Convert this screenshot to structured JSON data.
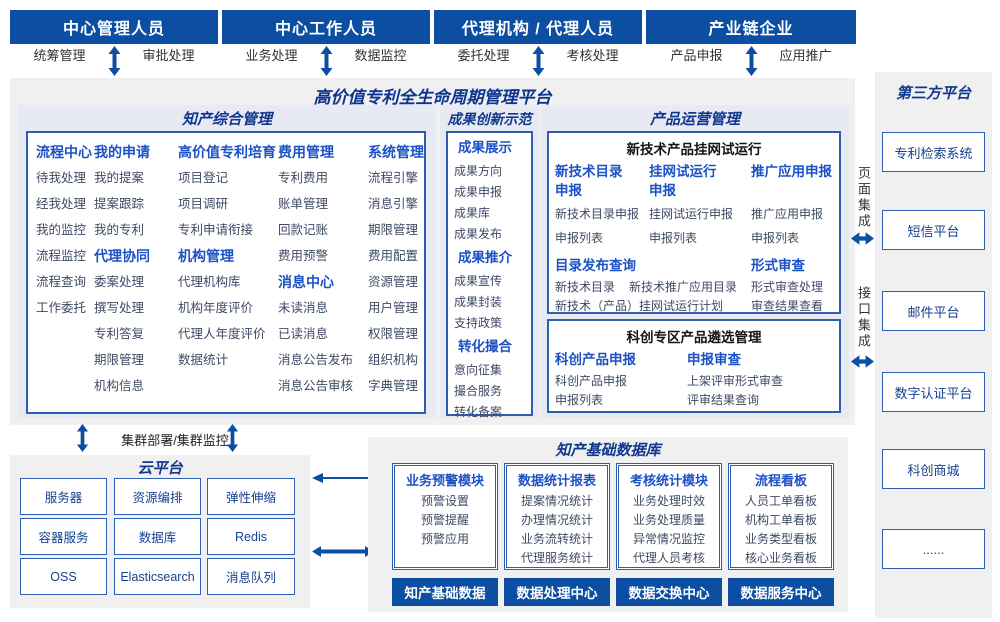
{
  "palette": {
    "deep_blue": "#0b4ea2",
    "bright_blue": "#1c52c6",
    "navy": "#12388e",
    "item_gray": "#3e4a64",
    "panel_gray": "#f0f0f1",
    "lavender": "#e7eaf3",
    "border_blue": "#2e5eb2"
  },
  "top_roles": [
    {
      "title": "中心管理人员",
      "left": "统筹管理",
      "right": "审批处理"
    },
    {
      "title": "中心工作人员",
      "left": "业务处理",
      "right": "数据监控"
    },
    {
      "title": "代理机构 / 代理人员",
      "left": "委托处理",
      "right": "考核处理"
    },
    {
      "title": "产业链企业",
      "left": "产品申报",
      "right": "应用推广"
    }
  ],
  "platform": {
    "title": "高价值专利全生命周期管理平台",
    "ip_management": {
      "title": "知产综合管理",
      "col1": {
        "g1": {
          "header": "流程中心",
          "items": [
            "待我处理",
            "经我处理",
            "我的监控",
            "流程监控",
            "流程查询",
            "工作委托"
          ]
        }
      },
      "col2": {
        "g1": {
          "header": "我的申请",
          "items": [
            "我的提案",
            "提案跟踪",
            "我的专利"
          ]
        },
        "g2": {
          "header": "代理协同",
          "items": [
            "委案处理",
            "撰写处理",
            "专利答复",
            "期限管理",
            "机构信息"
          ]
        }
      },
      "col3": {
        "g1": {
          "header": "高价值专利培育",
          "items": [
            "项目登记",
            "项目调研",
            "专利申请衔接"
          ]
        },
        "g2": {
          "header": "机构管理",
          "items": [
            "代理机构库",
            "机构年度评价",
            "代理人年度评价",
            "数据统计"
          ]
        }
      },
      "col4": {
        "g1": {
          "header": "费用管理",
          "items": [
            "专利费用",
            "账单管理",
            "回款记账",
            "费用预警"
          ]
        },
        "g2": {
          "header": "消息中心",
          "items": [
            "未读消息",
            "已读消息",
            "消息公告发布",
            "消息公告审核"
          ]
        }
      },
      "col5": {
        "g1": {
          "header": "系统管理",
          "items": [
            "流程引擎",
            "消息引擎",
            "期限管理",
            "费用配置",
            "资源管理",
            "用户管理",
            "权限管理",
            "组织机构",
            "字典管理"
          ]
        }
      }
    },
    "achievements": {
      "title": "成果创新示范",
      "g1": {
        "header": "成果展示",
        "items": [
          "成果方向",
          "成果申报",
          "成果库",
          "成果发布"
        ]
      },
      "g2": {
        "header": "成果推介",
        "items": [
          "成果宣传",
          "成果封装",
          "支持政策"
        ]
      },
      "g3": {
        "header": "转化撮合",
        "items": [
          "意向征集",
          "撮合服务",
          "转化备案"
        ]
      }
    },
    "product_ops": {
      "title": "产品运营管理",
      "box1": {
        "title": "新技术产品挂网试运行",
        "colA": {
          "header": "新技术目录\n申报",
          "items": [
            "新技术目录申报",
            "申报列表"
          ]
        },
        "colB": {
          "header": "挂网试运行\n申报",
          "items": [
            "挂网试运行申报",
            "申报列表"
          ]
        },
        "colC": {
          "header": "推广应用申报",
          "items": [
            "推广应用申报",
            "申报列表"
          ]
        },
        "catalog": {
          "header": "目录发布查询",
          "line1a": "新技术目录",
          "line1b": "新技术推广应用目录",
          "line2": "新技术（产品）挂网试运行计划"
        },
        "review": {
          "header": "形式审查",
          "items": [
            "形式审查处理",
            "审查结果查看"
          ]
        }
      },
      "box2": {
        "title": "科创专区产品遴选管理",
        "colA": {
          "header": "科创产品申报",
          "items": [
            "科创产品申报",
            "申报列表"
          ]
        },
        "colB": {
          "header": "申报审查",
          "items": [
            "上架评审形式审查",
            "评审结果查询"
          ]
        }
      }
    }
  },
  "integration": {
    "page": "页面集成",
    "api": "接口集成"
  },
  "third_party": {
    "title": "第三方平台",
    "items": [
      "专利检索系统",
      "短信平台",
      "邮件平台",
      "数字认证平台",
      "科创商城",
      "......"
    ]
  },
  "cluster_label": "集群部署/集群监控",
  "cloud": {
    "title": "云平台",
    "items": [
      "服务器",
      "资源编排",
      "弹性伸缩",
      "容器服务",
      "数据库",
      "Redis",
      "OSS",
      "Elasticsearch",
      "消息队列"
    ]
  },
  "data_warehouse": {
    "title": "知产基础数据库",
    "m1": {
      "header": "业务预警模块",
      "items": [
        "预警设置",
        "预警提醒",
        "预警应用"
      ],
      "footer": "知产基础数据"
    },
    "m2": {
      "header": "数据统计报表",
      "items": [
        "提案情况统计",
        "办理情况统计",
        "业务流转统计",
        "代理服务统计"
      ],
      "footer": "数据处理中心"
    },
    "m3": {
      "header": "考核统计模块",
      "items": [
        "业务处理时效",
        "业务处理质量",
        "异常情况监控",
        "代理人员考核"
      ],
      "footer": "数据交换中心"
    },
    "m4": {
      "header": "流程看板",
      "items": [
        "人员工单看板",
        "机构工单看板",
        "业务类型看板",
        "核心业务看板"
      ],
      "footer": "数据服务中心"
    }
  }
}
